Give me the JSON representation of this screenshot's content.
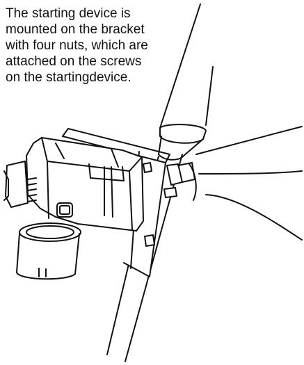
{
  "caption": {
    "lines": [
      "The starting device is",
      "mounted on the bracket",
      "with four nuts,  which are",
      "attached on the screws",
      "on the startingdevice."
    ]
  },
  "colors": {
    "ink": "#111111",
    "paper": "#ffffff"
  }
}
